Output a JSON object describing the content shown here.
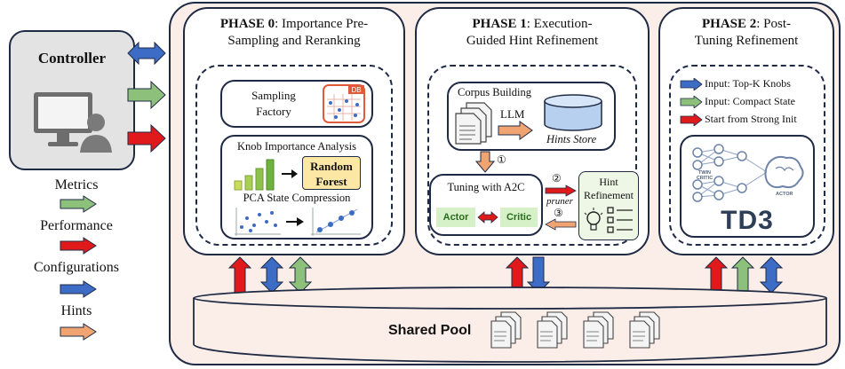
{
  "controller": {
    "title": "Controller"
  },
  "legend": {
    "metrics": "Metrics",
    "performance": "Performance",
    "configurations": "Configurations",
    "hints": "Hints"
  },
  "phase0": {
    "title_bold": "PHASE 0",
    "title_rest_line1": ": Importance Pre-",
    "title_line2": "Sampling and Reranking",
    "sampling_factory": "Sampling\nFactory",
    "db_label": "DB",
    "knob_analysis": "Knob Importance Analysis",
    "random_forest": "Random\nForest",
    "pca": "PCA State Compression"
  },
  "phase1": {
    "title_bold": "PHASE 1",
    "title_rest_line1": ": Execution-",
    "title_line2": "Guided Hint Refinement",
    "corpus_building": "Corpus Building",
    "llm": "LLM",
    "hints_store": "Hints Store",
    "step1": "①",
    "step2": "②",
    "step3": "③",
    "pruner": "pruner",
    "tuning": "Tuning with A2C",
    "actor": "Actor",
    "critic": "Critic",
    "hint_refinement": "Hint\nRefinement"
  },
  "phase2": {
    "title_bold": "PHASE 2",
    "title_rest_line1": ": Post-",
    "title_line2": "Tuning Refinement",
    "input_topk": "Input: Top-K Knobs",
    "input_compact": "Input: Compact State",
    "strong_init": "Start from Strong Init",
    "twin_critic": "TWIN\nCRITIC",
    "actor_label": "ACTOR",
    "td3": "TD3"
  },
  "shared_pool": {
    "label": "Shared Pool"
  },
  "colors": {
    "metrics": "#8dc07a",
    "performance": "#e01a1a",
    "configurations": "#3d6cc6",
    "hints": "#f0a472",
    "background": "#fbeee9",
    "border": "#1f2a44"
  }
}
